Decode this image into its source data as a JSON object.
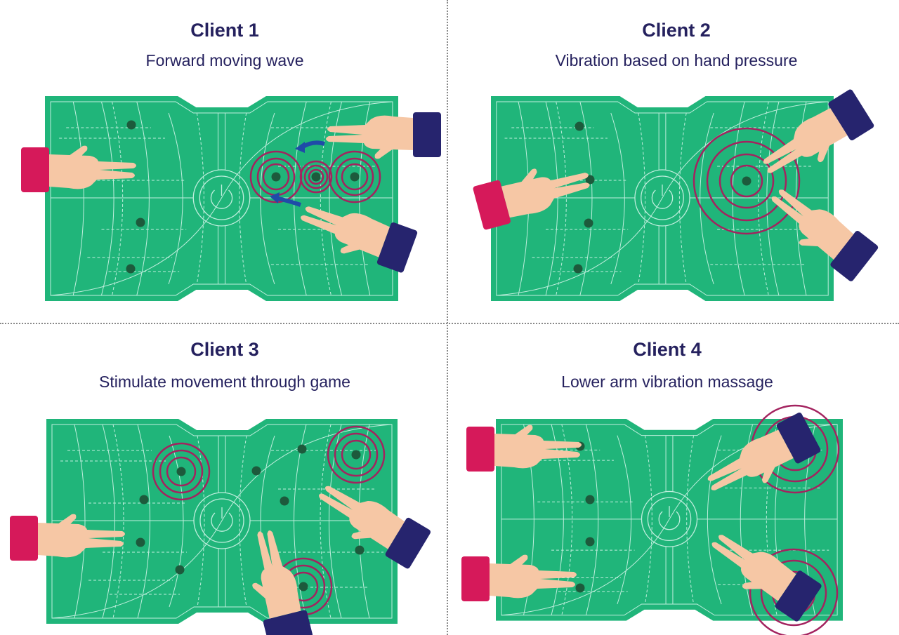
{
  "panels": [
    {
      "title": "Client 1",
      "subtitle": "Forward moving wave"
    },
    {
      "title": "Client 2",
      "subtitle": "Vibration based on hand pressure"
    },
    {
      "title": "Client 3",
      "subtitle": "Stimulate movement through game"
    },
    {
      "title": "Client 4",
      "subtitle": "Lower arm vibration massage"
    }
  ],
  "colors": {
    "board": "#20b57a",
    "board_lines": "#bfeedd",
    "dot": "#1d5a3c",
    "ripple": "#a3235f",
    "left_sleeve": "#d6195a",
    "right_sleeve": "#26246e",
    "skin": "#f6c7a5",
    "arrow_blue": "#1f4ba8",
    "text": "#25215e"
  },
  "icons": [
    "power-button-icon",
    "hand-icon",
    "vibration-ripple-icon",
    "direction-arrow-icon"
  ]
}
